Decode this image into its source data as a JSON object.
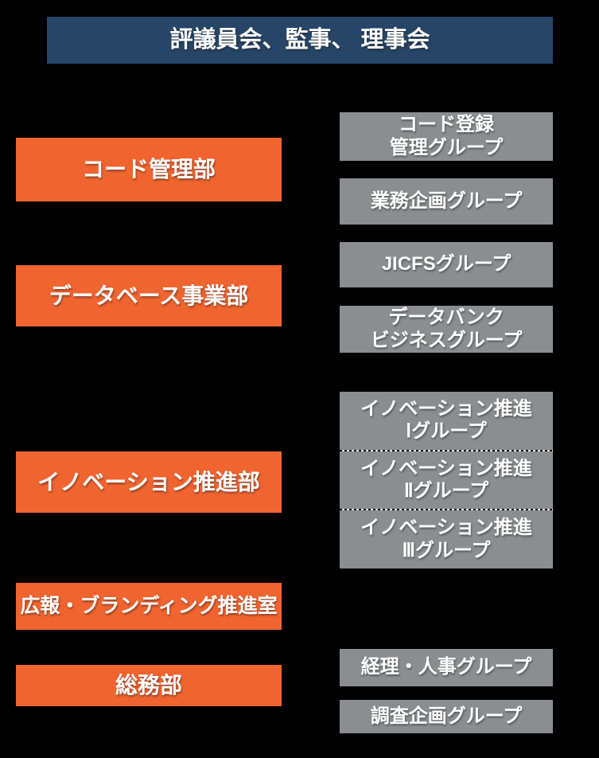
{
  "header": {
    "label": "評議員会、監事、 理事会"
  },
  "departments": [
    {
      "label": "コード管理部"
    },
    {
      "label": "データベース事業部"
    },
    {
      "label": "イノベーション推進部"
    },
    {
      "label": "広報・ブランディング推進室"
    },
    {
      "label": "総務部"
    }
  ],
  "groups": [
    {
      "line1": "コード登録",
      "line2": "管理グループ"
    },
    {
      "line1": "業務企画グループ"
    },
    {
      "line1": "JICFSグループ"
    },
    {
      "line1": "データバンク",
      "line2": "ビジネスグループ"
    },
    {
      "line1": "イノベーション推進",
      "line2": "Ⅰグループ"
    },
    {
      "line1": "イノベーション推進",
      "line2": "Ⅱグループ"
    },
    {
      "line1": "イノベーション推進",
      "line2": "Ⅲグループ"
    },
    {
      "line1": "経理・人事グループ"
    },
    {
      "line1": "調査企画グループ"
    }
  ],
  "colors": {
    "canvas_bg": "#000000",
    "header_bg": "#274566",
    "department_bg": "#F0642F",
    "group_bg": "#8A8E91",
    "text": "#FFFFFF"
  }
}
